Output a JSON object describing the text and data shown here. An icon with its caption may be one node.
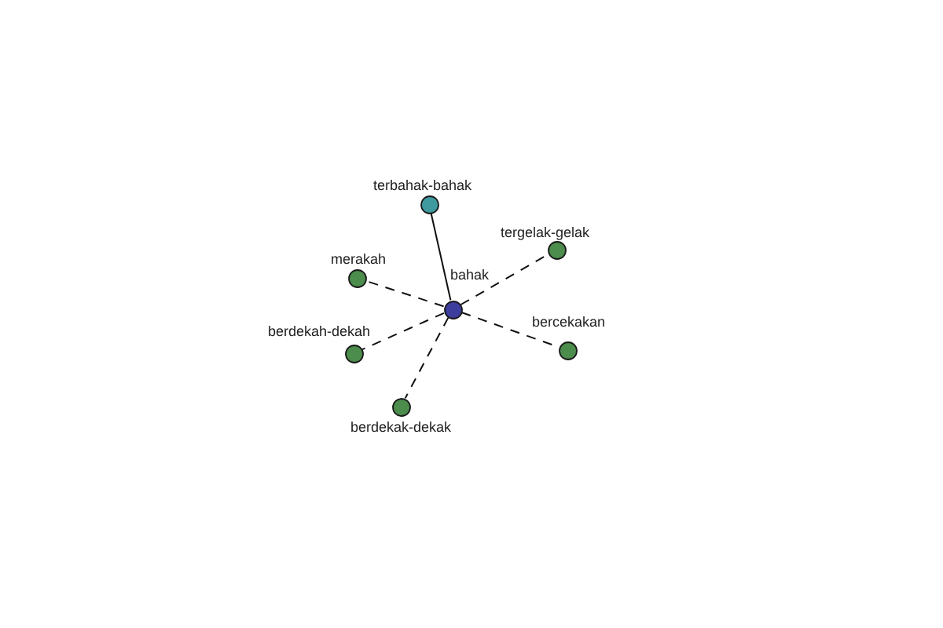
{
  "diagram": {
    "nodes": [
      {
        "text": [
          "terbahak-bahak"
        ]
      },
      {
        "text": [
          "tergelak-gelak"
        ]
      },
      {
        "text": [
          "merakah"
        ]
      },
      {
        "text": [
          "bahak"
        ]
      },
      {
        "text": [
          "berdekah-dekah"
        ]
      },
      {
        "text": [
          "bercekakan"
        ]
      },
      {
        "text": [
          "berdekak-dekak"
        ]
      }
    ],
    "edges": [
      {
        "from": 3,
        "to": 0,
        "arrow": "none"
      },
      {
        "from": 3,
        "to": 1,
        "arrow": "none",
        "style": "dashed"
      },
      {
        "from": 3,
        "to": 2,
        "arrow": "none",
        "style": "dashed"
      },
      {
        "from": 3,
        "to": 4,
        "arrow": "none",
        "style": "dashed"
      },
      {
        "from": 3,
        "to": 5,
        "arrow": "none",
        "style": "dashed"
      },
      {
        "from": 3,
        "to": 6,
        "arrow": "none",
        "style": "dashed"
      }
    ]
  }
}
